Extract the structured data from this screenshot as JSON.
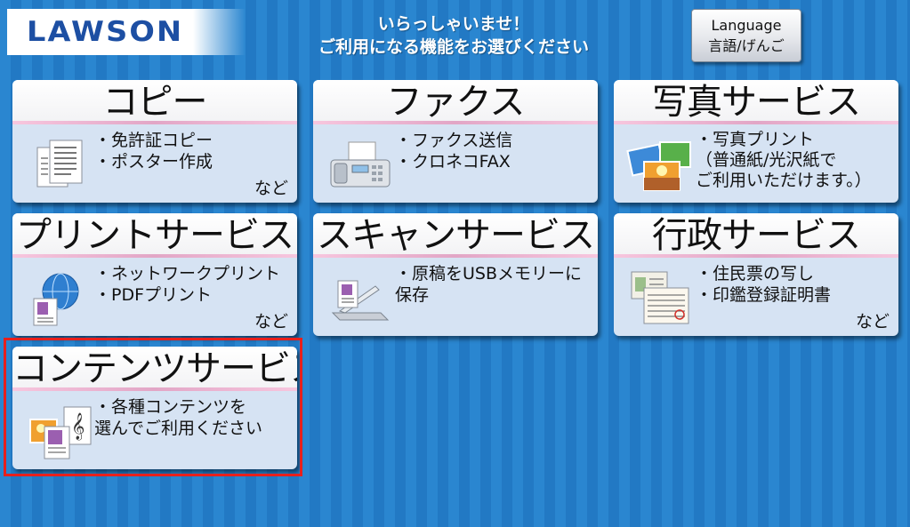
{
  "header": {
    "logo": "LAWSON",
    "greeting_line1": "いらっしゃいませ！",
    "greeting_line2": "ご利用になる機能をお選びください",
    "language_line1": "Language",
    "language_line2": "言語/げんご"
  },
  "tiles": [
    {
      "title": "コピー",
      "desc": "・免許証コピー\n・ポスター作成",
      "nado": "など",
      "icon": "copy-document-icon"
    },
    {
      "title": "ファクス",
      "desc": "・ファクス送信\n・クロネコFAX",
      "nado": "",
      "icon": "fax-machine-icon"
    },
    {
      "title": "写真サービス",
      "desc": "・写真プリント\n（普通紙/光沢紙で\nご利用いただけます。）",
      "nado": "",
      "icon": "photo-print-icon"
    },
    {
      "title": "プリントサービス",
      "desc": "・ネットワークプリント\n・PDFプリント",
      "nado": "など",
      "icon": "network-print-icon"
    },
    {
      "title": "スキャンサービス",
      "desc": "・原稿をUSBメモリーに\n保存",
      "nado": "",
      "icon": "scanner-icon"
    },
    {
      "title": "行政サービス",
      "desc": "・住民票の写し\n・印鑑登録証明書",
      "nado": "など",
      "icon": "government-document-icon"
    },
    {
      "title": "コンテンツサービス",
      "desc": "・各種コンテンツを\n選んでご利用ください",
      "nado": "",
      "icon": "content-media-icon"
    }
  ],
  "colors": {
    "accent": "#1d4fa3",
    "background": "#2a86d0",
    "selected": "#e8201c"
  }
}
